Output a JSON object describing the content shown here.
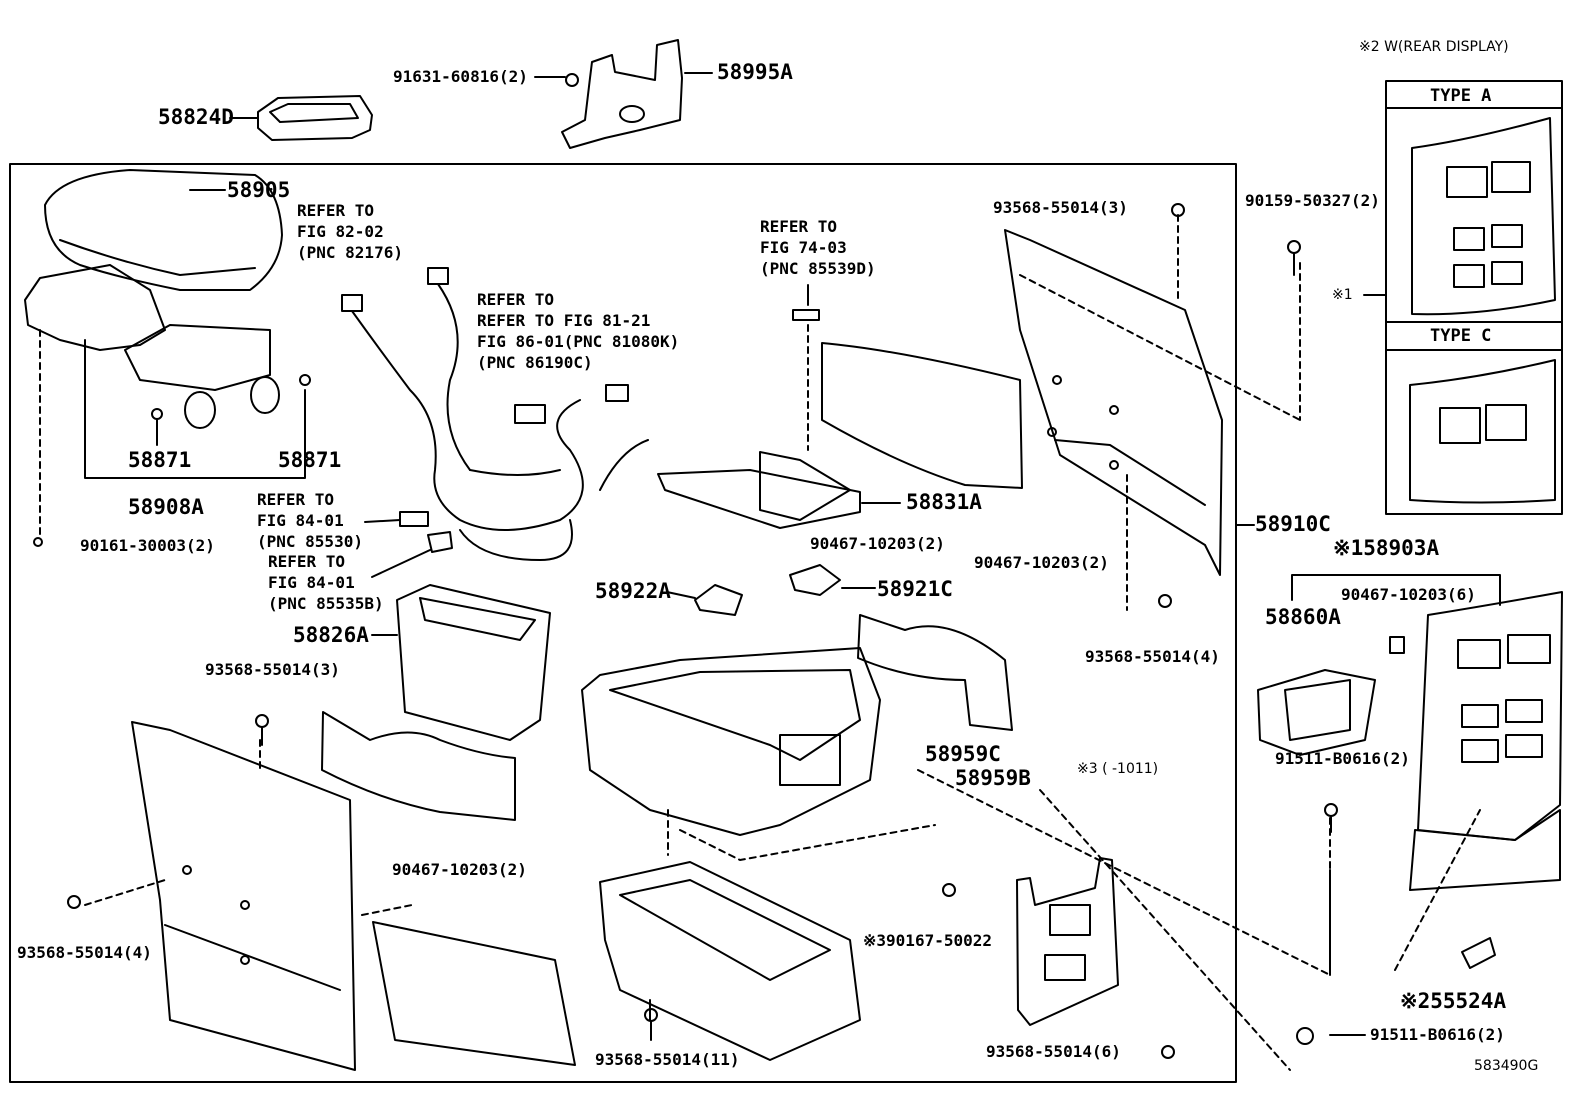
{
  "notes": {
    "rear_display": "※2 W(REAR DISPLAY)",
    "type_a": "TYPE  A",
    "type_c": "TYPE  C",
    "mark_1": "※1",
    "mark_3_range": "※3 (     -1011)",
    "figure_id": "583490G"
  },
  "references": {
    "ref_82_02": "REFER TO\nFIG 82-02\n(PNC 82176)",
    "ref_81_21": "REFER TO\nREFER TO FIG 81-21\nFIG 86-01(PNC 81080K)\n(PNC 86190C)",
    "ref_74_03": "REFER TO\nFIG 74-03\n(PNC 85539D)",
    "ref_84_01_a": "REFER TO\nFIG 84-01\n(PNC 85530)",
    "ref_84_01_b": "REFER TO\nFIG 84-01\n(PNC 85535B)"
  },
  "parts": {
    "p_91631": "91631-60816(2)",
    "p_58995A": "58995A",
    "p_58824D": "58824D",
    "p_58905": "58905",
    "p_58871_a": "58871",
    "p_58871_b": "58871",
    "p_58908A": "58908A",
    "p_90161": "90161-30003(2)",
    "p_58826A": "58826A",
    "p_93568_3b": "93568-55014(3)",
    "p_93568_4a": "93568-55014(4)",
    "p_90467_2c": "90467-10203(2)",
    "p_58922A": "58922A",
    "p_90467_2a": "90467-10203(2)",
    "p_58921C": "58921C",
    "p_58831A": "58831A",
    "p_93568_3a": "93568-55014(3)",
    "p_90467_2b": "90467-10203(2)",
    "p_58910C": "58910C",
    "p_93568_4b": "93568-55014(4)",
    "p_58959C": "58959C",
    "p_58959B": "58959B",
    "p_90167": "※390167-50022",
    "p_93568_11": "93568-55014(11)",
    "p_93568_6": "93568-55014(6)",
    "p_90159": "90159-50327(2)",
    "p_58903A": "※158903A",
    "p_90467_6": "90467-10203(6)",
    "p_58860A": "58860A",
    "p_91511_a": "91511-B0616(2)",
    "p_55524A": "※255524A",
    "p_91511_b": "91511-B0616(2)"
  }
}
